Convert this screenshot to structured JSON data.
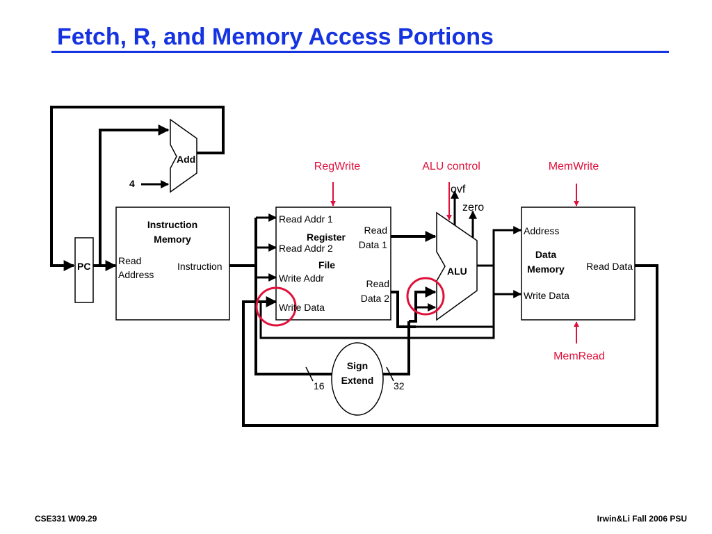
{
  "slide": {
    "title": "Fetch, R, and Memory Access Portions",
    "footer_left": "CSE331  W09.29",
    "footer_right": "Irwin&Li Fall 2006 PSU"
  },
  "diagram": {
    "add": {
      "label": "Add",
      "constant": "4"
    },
    "pc": {
      "label": "PC"
    },
    "instruction_memory": {
      "title_line1": "Instruction",
      "title_line2": "Memory",
      "read_address_line1": "Read",
      "read_address_line2": "Address",
      "instruction": "Instruction"
    },
    "register_file": {
      "title_line1": "Register",
      "title_line2": "File",
      "read_addr_1": "Read Addr 1",
      "read_addr_2": "Read Addr 2",
      "write_addr": "Write Addr",
      "write_data": "Write Data",
      "read_data_1_line1": "Read",
      "read_data_1_line2": "Data 1",
      "read_data_2_line1": "Read",
      "read_data_2_line2": "Data 2"
    },
    "alu": {
      "label": "ALU",
      "ovf": "ovf",
      "zero": "zero"
    },
    "data_memory": {
      "title_line1": "Data",
      "title_line2": "Memory",
      "address": "Address",
      "write_data": "Write Data",
      "read_data": "Read Data"
    },
    "sign_extend": {
      "line1": "Sign",
      "line2": "Extend",
      "in_width": "16",
      "out_width": "32"
    },
    "control": {
      "regwrite": "RegWrite",
      "alu_control": "ALU control",
      "memwrite": "MemWrite",
      "memread": "MemRead"
    },
    "colors": {
      "title": "#1533e0",
      "control": "#e0103a",
      "highlight": "#e0103a",
      "wire": "#000000"
    }
  }
}
